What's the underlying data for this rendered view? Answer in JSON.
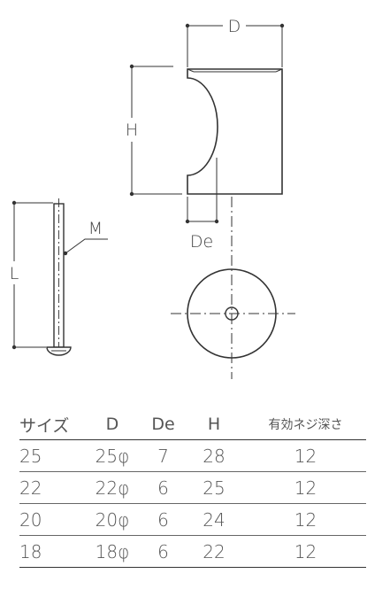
{
  "labels": {
    "d": "D",
    "h": "H",
    "de": "De",
    "m": "M",
    "l": "L"
  },
  "table": {
    "headers": [
      "サイズ",
      "D",
      "De",
      "H",
      "有効ネジ深さ"
    ],
    "rows": [
      [
        "25",
        "25φ",
        "7",
        "28",
        "12"
      ],
      [
        "22",
        "22φ",
        "6",
        "25",
        "12"
      ],
      [
        "20",
        "20φ",
        "6",
        "24",
        "12"
      ],
      [
        "18",
        "18φ",
        "6",
        "22",
        "12"
      ]
    ]
  }
}
